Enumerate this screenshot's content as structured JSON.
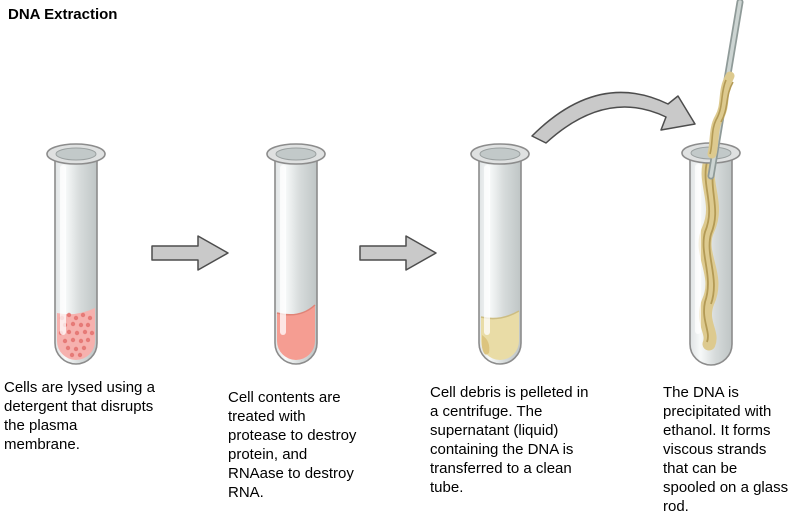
{
  "title": "DNA Extraction",
  "steps": [
    {
      "caption": "Cells are lysed using a detergent that disrupts the plasma membrane."
    },
    {
      "caption": "Cell contents are treated with protease to destroy protein, and RNAase to destroy RNA."
    },
    {
      "caption": "Cell debris is pelleted in a centrifuge. The supernatant (liquid) containing the DNA is transferred to a clean tube."
    },
    {
      "caption": "The DNA is precipitated with ethanol. It forms viscous strands that can be spooled on a glass rod."
    }
  ],
  "colors": {
    "lysed_cells": "#f6b1ae",
    "cell_dots": "#e4716e",
    "pink_liquid": "#f59d92",
    "pink_meniscus": "#e08377",
    "supernatant": "#e9dca6",
    "supernatant_meniscus": "#cdbd82",
    "sediment": "#dcc47f",
    "dna_strands": "#ddca8f",
    "dna_strand_dark": "#b39a55",
    "arrow_fill": "#c9c9c9",
    "arrow_stroke": "#4d4d4d"
  }
}
